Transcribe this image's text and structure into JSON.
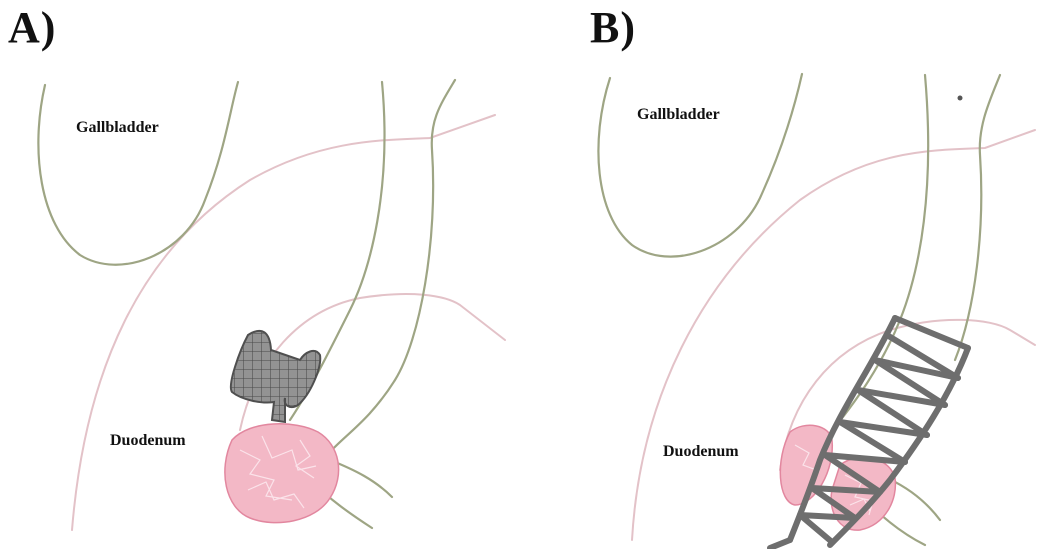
{
  "panels": [
    {
      "letter": "A)",
      "labels": {
        "gallbladder": "Gallbladder",
        "duodenum": "Duodenum"
      }
    },
    {
      "letter": "B)",
      "labels": {
        "gallbladder": "Gallbladder",
        "duodenum": "Duodenum"
      }
    }
  ],
  "colors": {
    "wall": "#9ea584",
    "faint_outline": "#e3c2c8",
    "tumor": "#f3b8c6",
    "stent": "#8f8f8f"
  }
}
